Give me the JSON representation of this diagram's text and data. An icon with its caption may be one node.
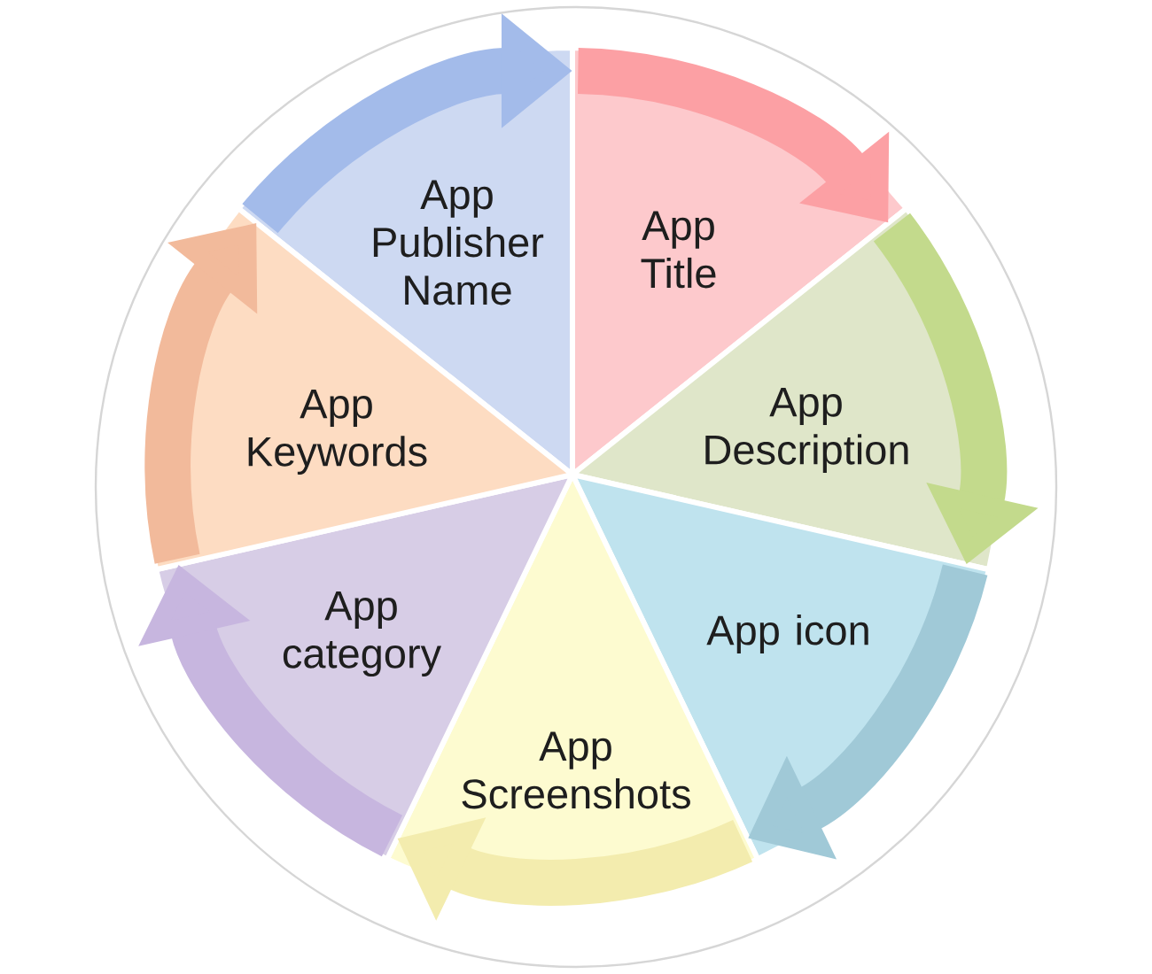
{
  "diagram": {
    "nodes": [
      {
        "text": [
          "App Publisher Name"
        ]
      },
      {
        "text": [
          "App Title"
        ]
      },
      {
        "text": [
          "App Description"
        ]
      },
      {
        "text": [
          "App icon"
        ]
      },
      {
        "text": [
          "App Screenshots"
        ]
      },
      {
        "text": [
          "App category"
        ]
      },
      {
        "text": [
          "App Keywords"
        ]
      }
    ],
    "edges": [
      {
        "from": 0,
        "to": 1,
        "arrow": "to",
        "color": "#a3bbea"
      },
      {
        "from": 1,
        "to": 2,
        "arrow": "to",
        "color": "#fca0a4"
      },
      {
        "from": 2,
        "to": 3,
        "arrow": "to",
        "color": "#c3da8c"
      },
      {
        "from": 3,
        "to": 4,
        "arrow": "to",
        "color": "#a0c9d7"
      },
      {
        "from": 4,
        "to": 5,
        "arrow": "to",
        "color": "#f3ecae"
      },
      {
        "from": 5,
        "to": 6,
        "arrow": "to",
        "color": "#c7b6df"
      },
      {
        "from": 6,
        "to": 0,
        "arrow": "to",
        "color": "#f2ba9b"
      }
    ]
  }
}
